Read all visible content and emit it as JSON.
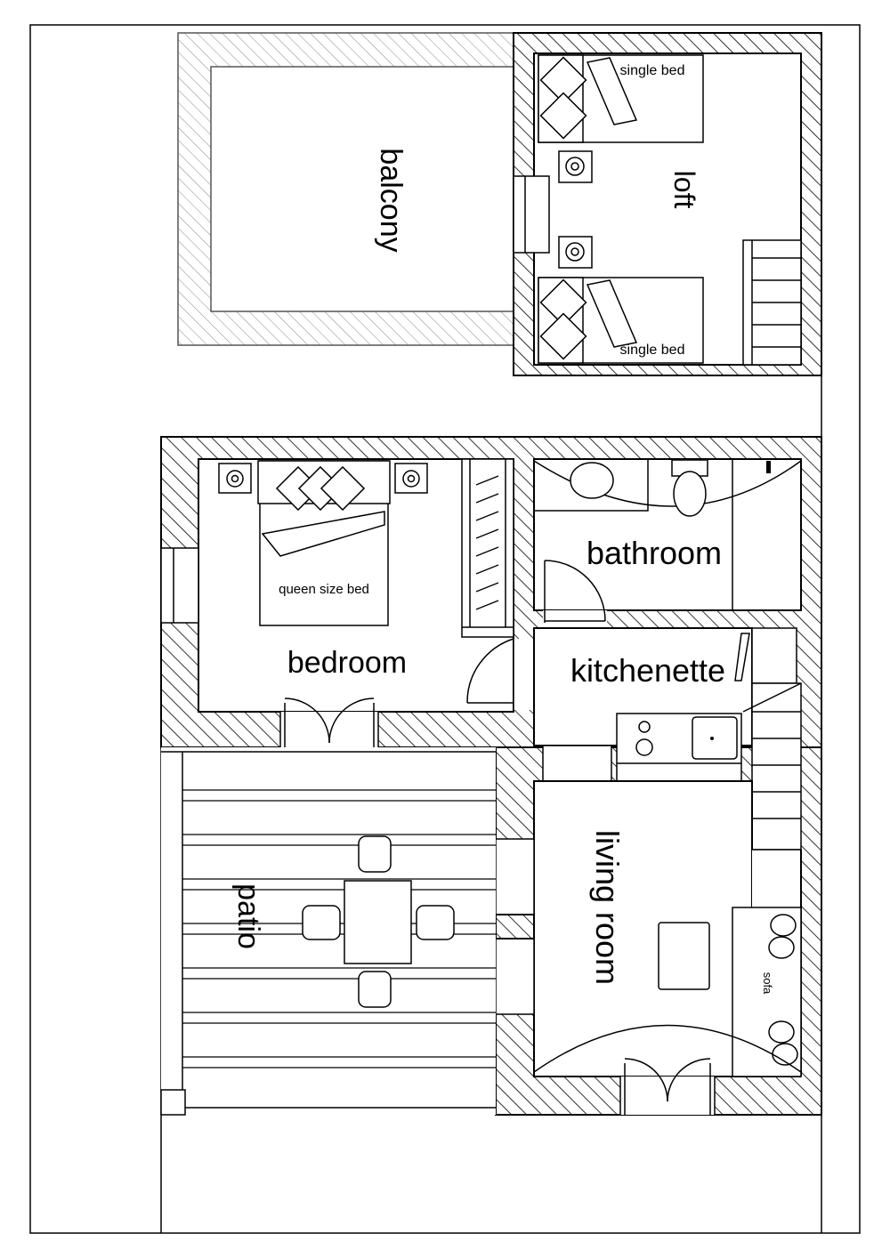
{
  "plan": {
    "upper_floor": {
      "balcony": "balcony",
      "loft": "loft",
      "bed_top": "single bed",
      "bed_bottom": "single bed"
    },
    "ground_floor": {
      "bedroom": "bedroom",
      "queen_bed": "queen size bed",
      "bathroom": "bathroom",
      "kitchenette": "kitchenette",
      "living_room": "living room",
      "sofa": "sofa",
      "patio": "patio"
    }
  }
}
